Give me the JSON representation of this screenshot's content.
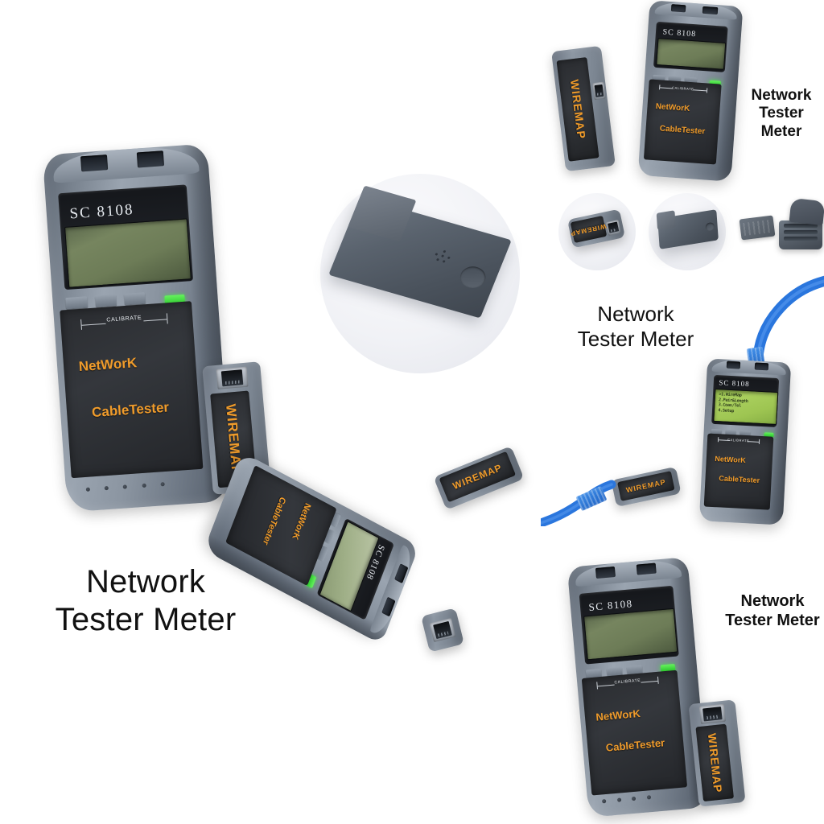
{
  "page": {
    "background_color": "#ffffff",
    "title": "Network Tester Meter product collage"
  },
  "colors": {
    "device_body": "#7b8591",
    "panel_dark": "#2b2d31",
    "brand_orange": "#ef9b2b",
    "lcd_green": "#6d7c57",
    "lcd_green_bright": "#9ec552",
    "led_green": "#3fd13c",
    "cable_blue": "#2a76dd",
    "caption_text": "#111111"
  },
  "captions": [
    {
      "name": "caption-bottom-left",
      "text": "Network\nTester Meter",
      "size": "large"
    },
    {
      "name": "caption-middle-right",
      "text": "Network\nTester Meter",
      "size": "medium"
    },
    {
      "name": "caption-top-right",
      "text": "Network\nTester Meter",
      "size": "small"
    },
    {
      "name": "caption-bottom-right",
      "text": "Network\nTester Meter",
      "size": "small"
    }
  ],
  "device": {
    "model_label": "SC 8108",
    "brand_line_1": "NetWorK",
    "brand_line_2": "CableTester",
    "calibrate_label": "CALIBRATE",
    "button_labels": [
      "",
      "",
      ""
    ],
    "led_color": "#3fd13c"
  },
  "lcd_menu": {
    "lines": [
      "1.WireMap",
      "2.Pair&Length",
      "3.Coax/Tel",
      "4.Setup"
    ],
    "cursor": ">"
  },
  "remote": {
    "label": "WIREMAP",
    "connector": "RJ45"
  },
  "views": [
    {
      "name": "main-device-front",
      "description": "Large SC 8108 meter, front view, blank LCD"
    },
    {
      "name": "wiremap-remote-front",
      "description": "WIREMAP remote with RJ45 jack beside main device"
    },
    {
      "name": "remote-unit-inset",
      "description": "Circular inset of grey remote unit body"
    },
    {
      "name": "top-right-meter",
      "description": "SC 8108 meter with WIREMAP remote, blank LCD"
    },
    {
      "name": "thumb-wiremap-front",
      "description": "Circular thumbnail, WIREMAP remote angled"
    },
    {
      "name": "thumb-remote-back",
      "description": "Circular thumbnail, remote rear shell"
    },
    {
      "name": "thumb-battery-compartment",
      "description": "Open battery compartment with lid"
    },
    {
      "name": "meter-with-cables",
      "description": "Meter showing menu, blue cables to meter and remote"
    },
    {
      "name": "angled-meter-rear",
      "description": "Inverted meter showing two RJ45 ports and LCD"
    },
    {
      "name": "bottom-right-meter",
      "description": "SC 8108 meter with WIREMAP remote"
    }
  ]
}
